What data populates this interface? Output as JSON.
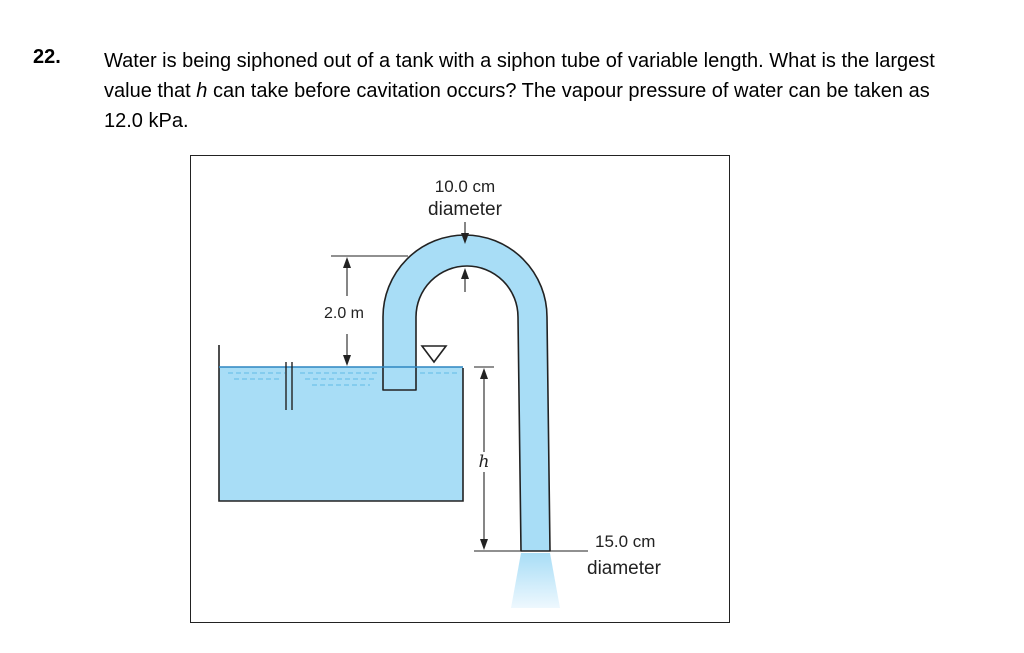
{
  "problem": {
    "number": "22.",
    "text_part1": "Water is being siphoned out of a tank with a siphon tube of variable length.  What is the largest value that ",
    "variable": "h",
    "text_part2": " can take before cavitation occurs?  The vapour pressure of water can be taken as 12.0 kPa."
  },
  "figure": {
    "top_diameter_value": "10.0 cm",
    "top_diameter_word": "diameter",
    "height_label": "2.0 m",
    "h_label": "h",
    "outlet_diameter_value": "15.0 cm",
    "outlet_diameter_word": "diameter",
    "colors": {
      "water": "#a8ddf6",
      "outline": "#222222",
      "dash": "#6fc3ea",
      "spray": "#cfeafb"
    },
    "icons": [
      "free-surface-triangle-icon"
    ]
  }
}
